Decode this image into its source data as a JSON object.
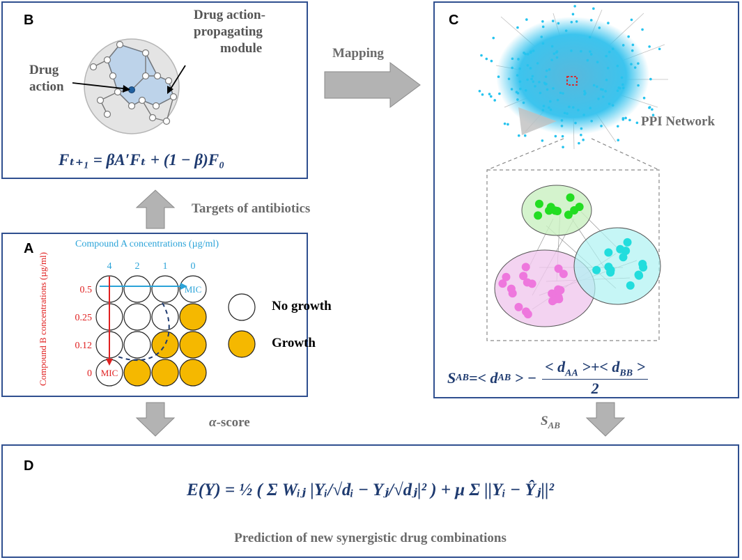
{
  "panels": {
    "a": {
      "label": "A",
      "x_axis_title": "Compound A concentrations (µg/ml)",
      "y_axis_title": "Compound B concentrations (µg/ml)",
      "x_ticks": [
        "4",
        "2",
        "1",
        "0"
      ],
      "y_ticks": [
        "0.5",
        "0.25",
        "0.12",
        "0"
      ],
      "mic_top": "MIC",
      "mic_left": "MIC",
      "legend": {
        "no_growth": "No growth",
        "growth": "Growth"
      },
      "grid": [
        [
          false,
          false,
          false,
          false
        ],
        [
          false,
          false,
          false,
          true
        ],
        [
          false,
          false,
          true,
          true
        ],
        [
          false,
          true,
          true,
          true
        ]
      ],
      "colors": {
        "growth": "#f5b800",
        "x_axis": "#2aa3d8",
        "y_axis": "#e02020"
      }
    },
    "b": {
      "label": "B",
      "drug_action": [
        "Drug",
        "action"
      ],
      "module_label": [
        "Drug action-",
        "propagating",
        "module"
      ],
      "formula": "Fₜ₊₁ = βA′Fₜ + (1 − β)F₀"
    },
    "c": {
      "label": "C",
      "network_label": "PPI Network",
      "formula_lhs": "S",
      "formula_lhs_sub": "AB",
      "formula_rhs_main": "=< d",
      "formula_rhs_sub": "AB",
      "formula_rhs_tail": " > −",
      "frac_num_a": "< d",
      "frac_num_a_sub": "AA",
      "frac_num_b": " >+< d",
      "frac_num_b_sub": "BB",
      "frac_num_c": " >",
      "frac_den": "2",
      "module_colors": {
        "green": "#22dd22",
        "cyan": "#22dddd",
        "pink": "#ee77dd",
        "node": "#25c3ee"
      }
    },
    "d": {
      "label": "D",
      "formula": "E(Y) = ½ ( Σ Wᵢⱼ |Yᵢ/√dᵢ − Yⱼ/√dⱼ|² ) + μ Σ ||Yᵢ − Ŷⱼ||²",
      "caption": "Prediction of new synergistic drug combinations"
    }
  },
  "arrows": {
    "mapping": "Mapping",
    "targets": "Targets of antibiotics",
    "alpha_score_sym": "α",
    "alpha_score_text": "-score",
    "sab": "S",
    "sab_sub": "AB"
  }
}
